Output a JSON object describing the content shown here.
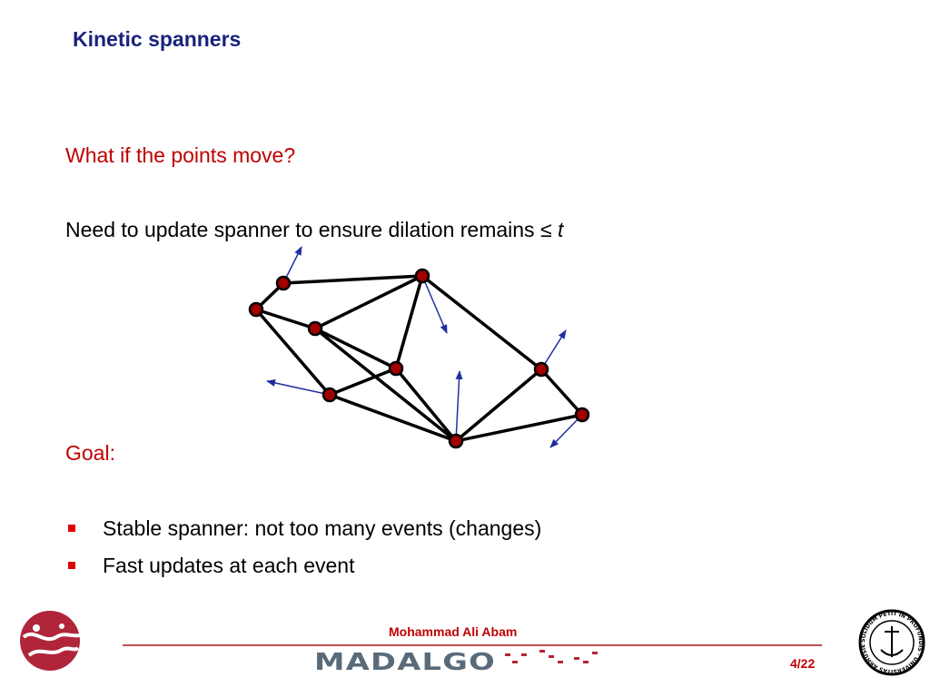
{
  "slide": {
    "title": "Kinetic spanners",
    "question": "What if the points move?",
    "statement_main": "Need to update spanner to ensure dilation remains ≤ ",
    "statement_var": "t",
    "goal_label": "Goal:",
    "bullets": [
      "Stable spanner: not too many events (changes)",
      "Fast updates at each event"
    ]
  },
  "footer": {
    "author": "Mohammad Ali Abam",
    "page": "4/22",
    "madalgo_text": "MADALGO",
    "seal_text": "SOLIDUM PETIT IN PROFUNDIS · UNIVERSITAS ARHUSIENSIS"
  },
  "colors": {
    "title": "#1a237e",
    "accent_red": "#c00000",
    "node_fill": "#a00000",
    "arrow": "#1f2f9f",
    "footer_line": "#c0504d"
  }
}
